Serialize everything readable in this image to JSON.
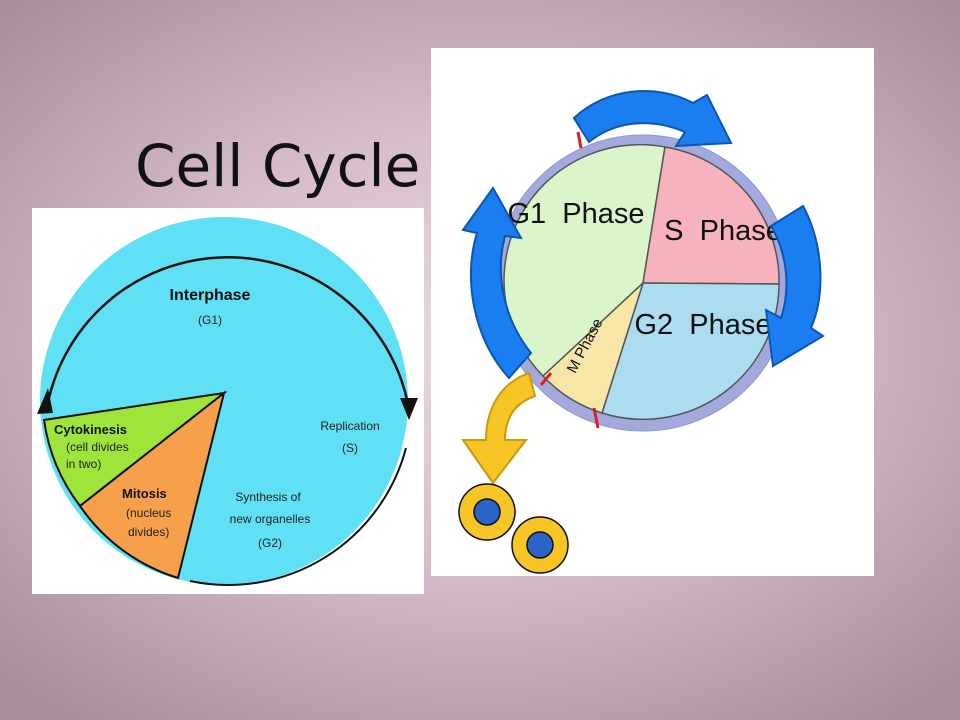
{
  "slide": {
    "title": "Cell Cycle"
  },
  "left_diagram": {
    "interphase_label": "Interphase",
    "interphase_sub": "(G1)",
    "replication_label": "Replication",
    "replication_sub": "(S)",
    "synthesis_line1": "Synthesis of",
    "synthesis_line2": "new organelles",
    "synthesis_sub": "(G2)",
    "cytokinesis_label": "Cytokinesis",
    "cytokinesis_sub1": "(cell divides",
    "cytokinesis_sub2": "in two)",
    "mitosis_label": "Mitosis",
    "mitosis_sub1": "(nucleus",
    "mitosis_sub2": "divides)",
    "colors": {
      "interphase": "#5fe0f4",
      "cytokinesis": "#9ee43a",
      "mitosis": "#f7a04c"
    }
  },
  "right_diagram": {
    "g1_label": "G1  Phase",
    "s_label": "S  Phase",
    "g2_label": "G2  Phase",
    "m_label": "M Phase",
    "colors": {
      "g1": "#d9f5c9",
      "s": "#f6b3bd",
      "g2": "#abdcef",
      "m": "#f8e6a6",
      "ring": "#a3a9dc",
      "arrow": "#1a7ef0",
      "daughter_arrow": "#f7c525",
      "nucleus": "#2b63c9"
    }
  }
}
